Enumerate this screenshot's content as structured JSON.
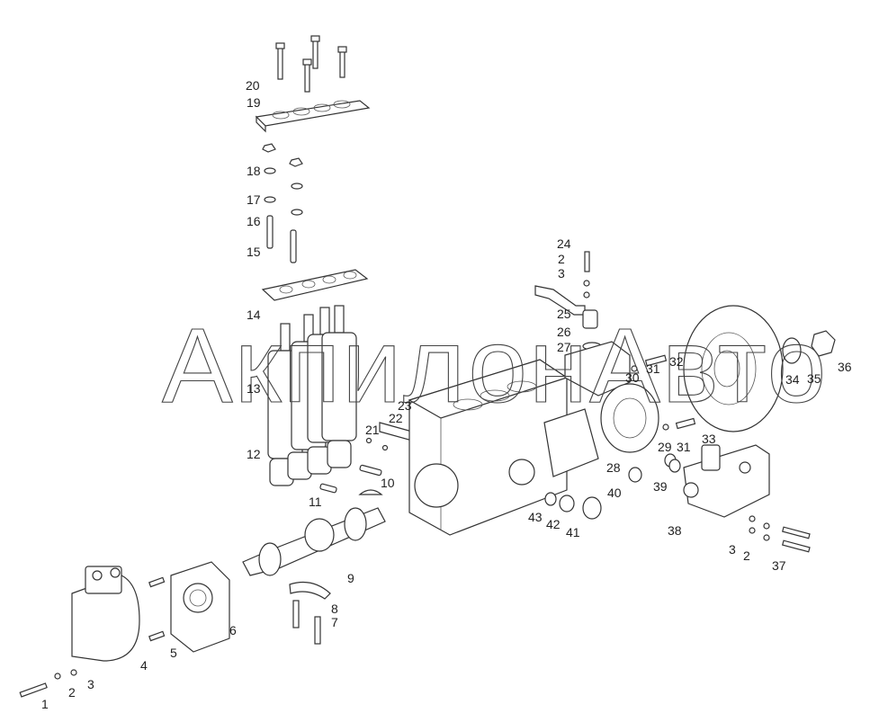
{
  "watermark": "АкпилонАвто",
  "callouts": [
    "20",
    "19",
    "18",
    "17",
    "16",
    "15",
    "14",
    "13",
    "12",
    "11",
    "10",
    "21",
    "22",
    "23",
    "24",
    "2",
    "3",
    "25",
    "26",
    "27",
    "30",
    "31",
    "32",
    "29",
    "31",
    "33",
    "34",
    "35",
    "36",
    "28",
    "40",
    "39",
    "41",
    "42",
    "43",
    "38",
    "3",
    "2",
    "37",
    "9",
    "8",
    "7",
    "6",
    "5",
    "4",
    "1",
    "2",
    "3"
  ]
}
